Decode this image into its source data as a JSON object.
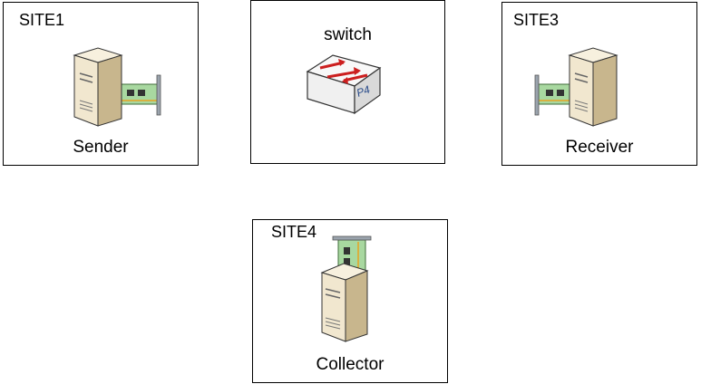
{
  "boxes": {
    "site1": {
      "site": "SITE1",
      "node": "Sender"
    },
    "switch": {
      "site": "",
      "node": "switch",
      "chip": "P4"
    },
    "site3": {
      "site": "SITE3",
      "node": "Receiver"
    },
    "site4": {
      "site": "SITE4",
      "node": "Collector"
    }
  },
  "colors": {
    "border": "#000000",
    "server_body": "#f1e7cf",
    "server_shadow": "#c8b68d",
    "nic_green": "#a8d8a0",
    "switch_body": "#f3f3f3",
    "arrow_red": "#cc1f1f",
    "chip_blue": "#2a4c8a"
  },
  "icons": [
    "server-icon",
    "nic-card-icon",
    "p4-switch-icon"
  ]
}
